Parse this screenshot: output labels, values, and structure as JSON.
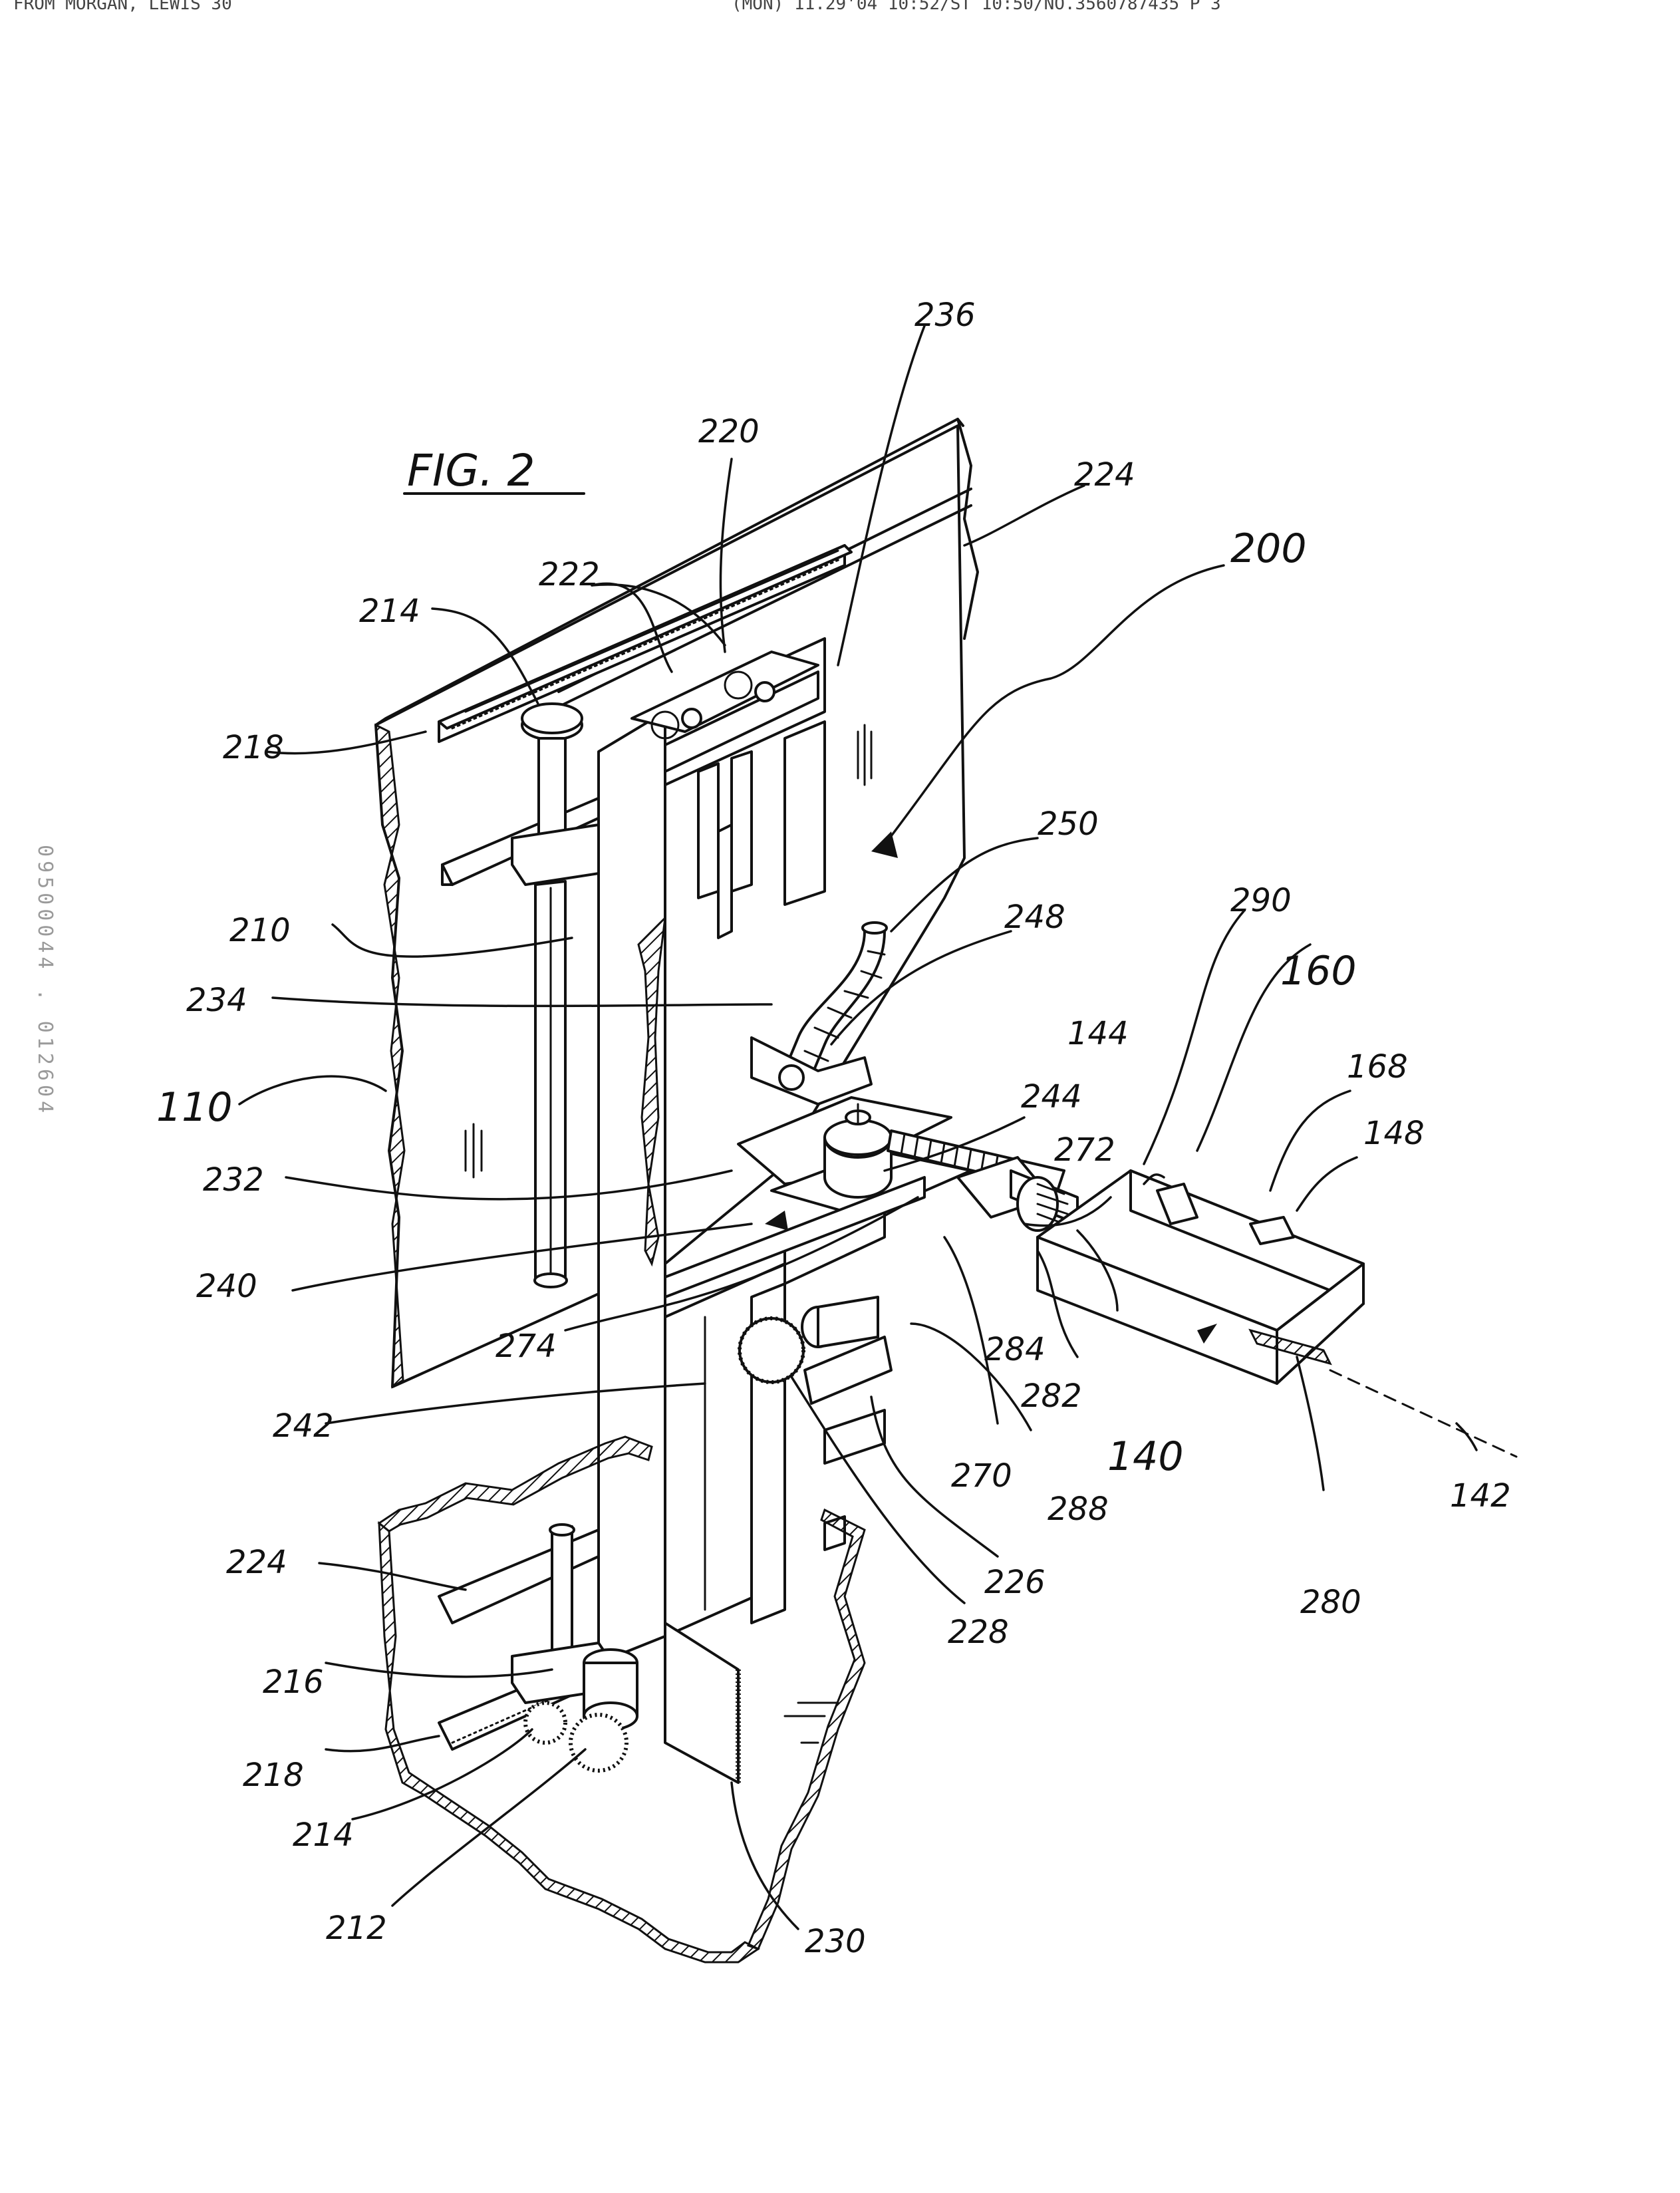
{
  "header": {
    "left": "FROM MORGAN, LEWIS  30",
    "right": "(MON) 11.29'04 10:52/ST 10:50/NO.3560787435 P 3"
  },
  "side_stamp": "09500044 . 012604",
  "figure": {
    "title": "FIG. 2"
  },
  "reference_numerals": [
    "236",
    "220",
    "224",
    "200",
    "222",
    "214",
    "218",
    "250",
    "290",
    "160",
    "210",
    "248",
    "234",
    "144",
    "168",
    "148",
    "110",
    "244",
    "272",
    "232",
    "240",
    "274",
    "284",
    "282",
    "242",
    "270",
    "288",
    "140",
    "142",
    "224",
    "226",
    "228",
    "280",
    "216",
    "218",
    "214",
    "212",
    "230"
  ]
}
